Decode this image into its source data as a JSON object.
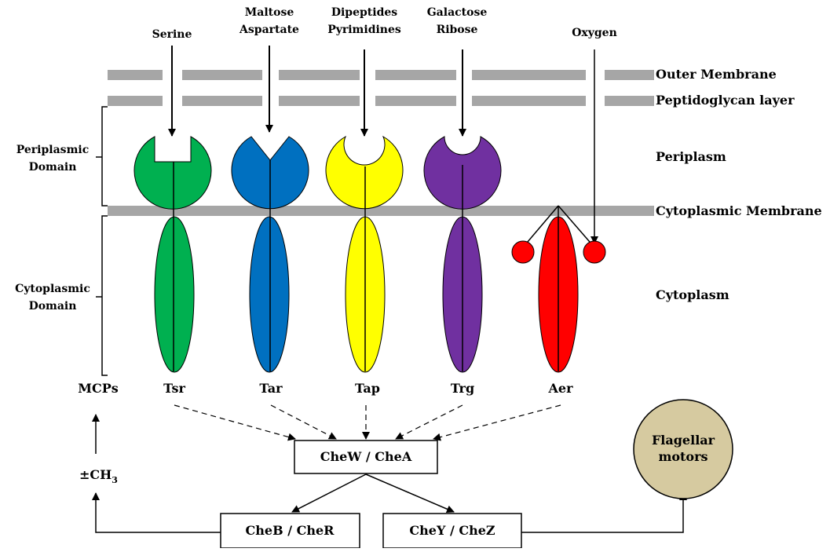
{
  "ligands": {
    "serine": "Serine",
    "maltose": "Maltose",
    "aspartate": "Aspartate",
    "dipeptides": "Dipeptides",
    "pyrimidines": "Pyrimidines",
    "galactose": "Galactose",
    "ribose": "Ribose",
    "oxygen": "Oxygen"
  },
  "layers": {
    "outer_membrane": "Outer Membrane",
    "peptidoglycan": "Peptidoglycan layer",
    "periplasm": "Periplasm",
    "cytoplasmic_membrane": "Cytoplasmic Membrane",
    "cytoplasm": "Cytoplasm"
  },
  "domains": {
    "periplasmic_line1": "Periplasmic",
    "periplasmic_line2": "Domain",
    "cytoplasmic_line1": "Cytoplasmic",
    "cytoplasmic_line2": "Domain"
  },
  "receptors": {
    "mcps": "MCPs",
    "tsr": "Tsr",
    "tar": "Tar",
    "tap": "Tap",
    "trg": "Trg",
    "aer": "Aer"
  },
  "colors": {
    "tsr": "#00b050",
    "tar": "#0070c0",
    "tap": "#ffff00",
    "trg": "#7030a0",
    "aer": "#ff0000",
    "membrane": "#a6a6a6",
    "motor": "#d6caa0"
  },
  "signaling": {
    "chew_chea": "CheW / CheA",
    "cheb_cher": "CheB / CheR",
    "chey_chez": "CheY / CheZ",
    "methyl_prefix": "±CH",
    "methyl_sub": "3",
    "motor_line1": "Flagellar",
    "motor_line2": "motors"
  }
}
